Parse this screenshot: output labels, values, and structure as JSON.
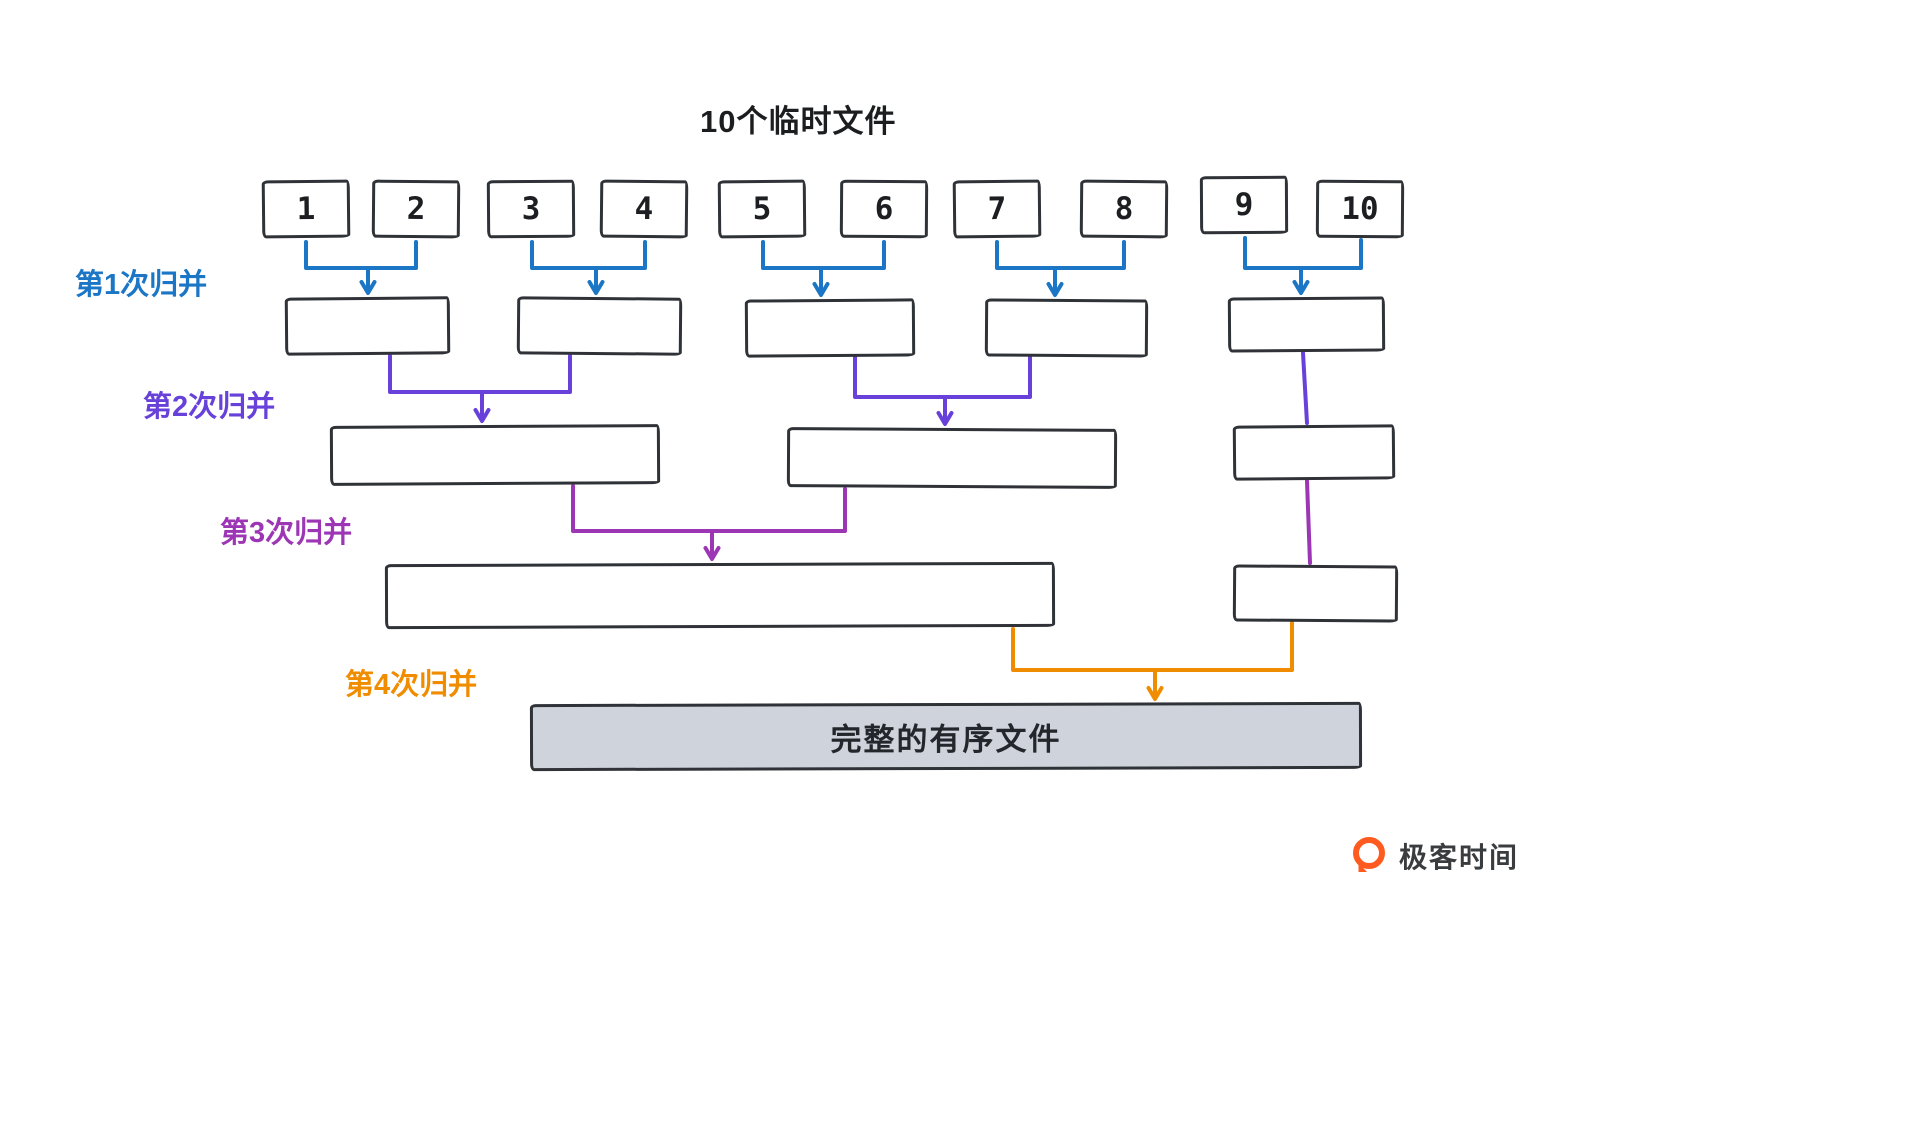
{
  "title": "10个临时文件",
  "files": [
    "1",
    "2",
    "3",
    "4",
    "5",
    "6",
    "7",
    "8",
    "9",
    "10"
  ],
  "rounds": [
    {
      "label": "第1次归并"
    },
    {
      "label": "第2次归并"
    },
    {
      "label": "第3次归并"
    },
    {
      "label": "第4次归并"
    }
  ],
  "final_box_label": "完整的有序文件",
  "logo": {
    "text": "极客时间"
  },
  "colors": {
    "round1": "#1b76c5",
    "round2": "#6741d9",
    "round3": "#9c36b5",
    "round4": "#f08c00",
    "ink": "#2f3337",
    "final_fill": "#ced3dc",
    "logo": "#ff5a1f"
  }
}
